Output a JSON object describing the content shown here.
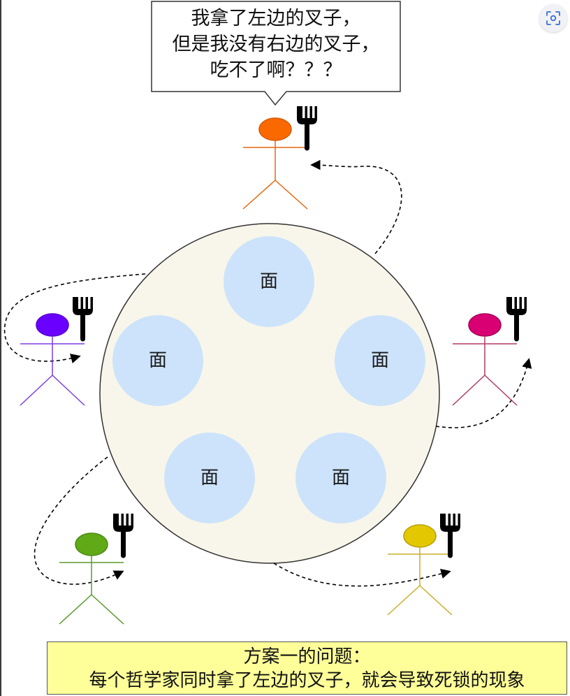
{
  "speech_bubble": {
    "line1": "我拿了左边的叉子，",
    "line2": "但是我没有右边的叉子，",
    "line3": "吃不了啊？？？"
  },
  "bowls": [
    "面",
    "面",
    "面",
    "面",
    "面"
  ],
  "philosophers": [
    {
      "id": "top",
      "color": "#e9650d",
      "head_color": "#fa6800"
    },
    {
      "id": "left",
      "color": "#7c3de3",
      "head_color": "#6a00ff"
    },
    {
      "id": "right",
      "color": "#b33966",
      "head_color": "#d80073"
    },
    {
      "id": "bottom-left",
      "color": "#5b9a2d",
      "head_color": "#60a917"
    },
    {
      "id": "bottom-right",
      "color": "#c9ad2b",
      "head_color": "#e3c800"
    }
  ],
  "table_color": "#f8f6ea",
  "bowl_color": "#cce3fb",
  "caption": {
    "line1": "方案一的问题：",
    "line2": "每个哲学家同时拿了左边的叉子，就会导致死锁的现象"
  },
  "toolbar": {
    "scan_icon": "scan-icon"
  }
}
